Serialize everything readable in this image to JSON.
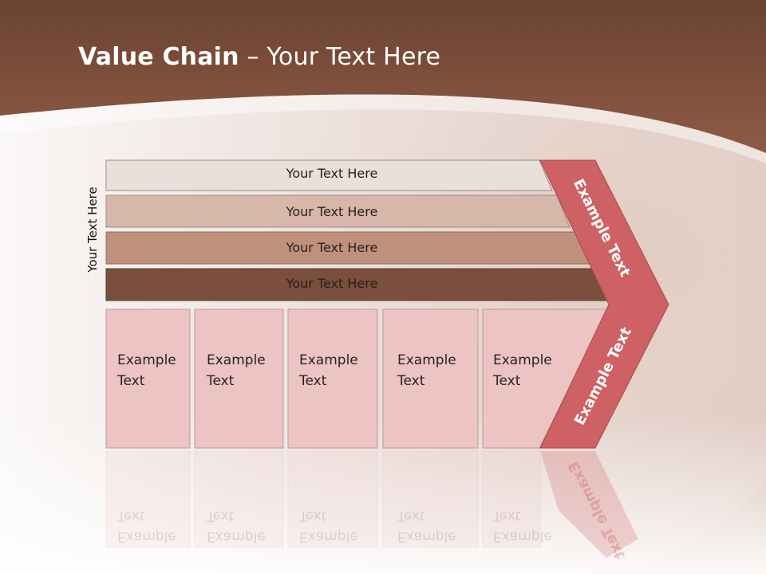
{
  "slide": {
    "title_bold": "Value Chain",
    "title_rest": " – Your Text Here",
    "side_label": "Your Text Here",
    "rows": [
      {
        "label": "Your Text Here",
        "color": "#e9dfdb"
      },
      {
        "label": "Your Text Here",
        "color": "#d6b7aa"
      },
      {
        "label": "Your Text Here",
        "color": "#bf917d"
      },
      {
        "label": "Your Text Here",
        "color": "#7a4f3d"
      }
    ],
    "boxes": [
      {
        "line1": "Example",
        "line2": "Text"
      },
      {
        "line1": "Example",
        "line2": "Text"
      },
      {
        "line1": "Example",
        "line2": "Text"
      },
      {
        "line1": "Example",
        "line2": "Text"
      },
      {
        "line1": "Example",
        "line2": "Text"
      }
    ],
    "chevron": {
      "upper_text": "Example Text",
      "lower_text": "Example Text",
      "color": "#cd6164"
    },
    "colors": {
      "header": "#7d4a36",
      "box_fill": "#ecc4c4",
      "box_border": "#b89a9a"
    }
  }
}
